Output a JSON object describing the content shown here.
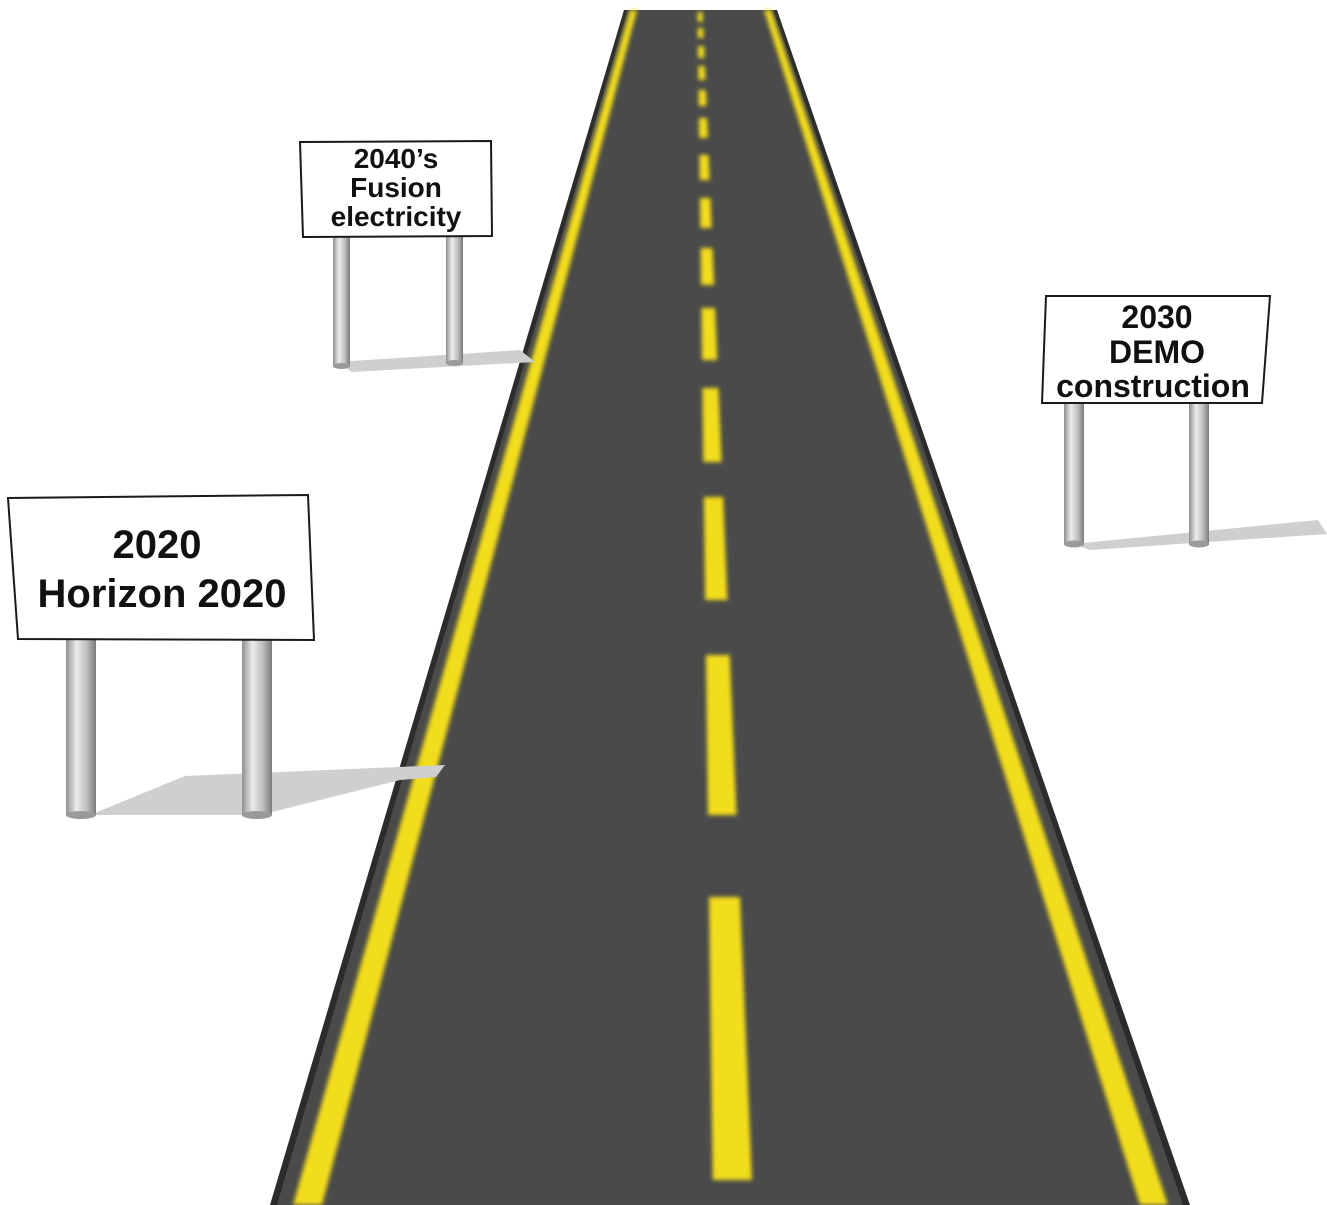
{
  "signs": [
    {
      "id": "fusion",
      "lines": [
        "2040’s",
        "Fusion",
        "electricity"
      ]
    },
    {
      "id": "demo",
      "lines": [
        "2030",
        "DEMO",
        "construction"
      ]
    },
    {
      "id": "horizon",
      "lines": [
        "2020",
        "Horizon 2020"
      ]
    }
  ],
  "colors": {
    "background": "#ffffff",
    "asphalt": "#4a4a4a",
    "road_edge": "#2c2c2c",
    "lane_marking": "#f2dd1d",
    "sign_board": "#ffffff",
    "sign_border": "#1a1a1a",
    "post": "#d6d6d6",
    "shadow": "#cfcfcf"
  }
}
